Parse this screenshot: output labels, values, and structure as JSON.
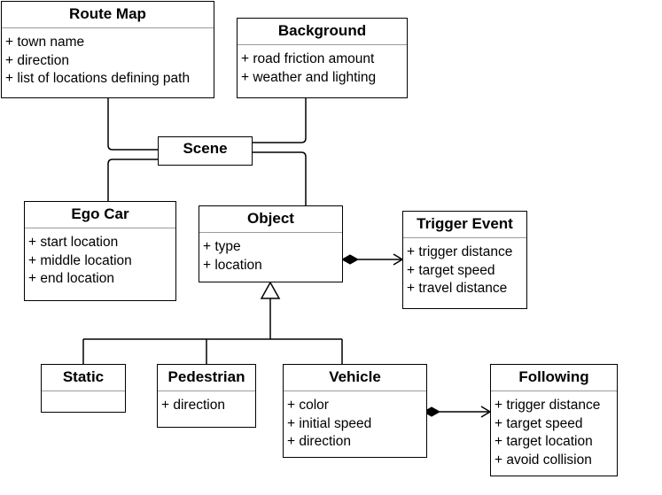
{
  "diagram": {
    "classes": {
      "route_map": {
        "title": "Route Map",
        "attributes": [
          "+ town name",
          "+ direction",
          "+ list of locations defining path"
        ]
      },
      "background": {
        "title": "Background",
        "attributes": [
          "+ road friction amount",
          "+ weather and lighting"
        ]
      },
      "scene": {
        "title": "Scene"
      },
      "ego_car": {
        "title": "Ego Car",
        "attributes": [
          "+ start location",
          "+ middle location",
          "+ end location"
        ]
      },
      "object": {
        "title": "Object",
        "attributes": [
          "+ type",
          "+ location"
        ]
      },
      "trigger_event": {
        "title": "Trigger Event",
        "attributes": [
          "+ trigger distance",
          "+ target speed",
          "+ travel distance"
        ]
      },
      "static": {
        "title": "Static",
        "attributes": []
      },
      "pedestrian": {
        "title": "Pedestrian",
        "attributes": [
          "+ direction"
        ]
      },
      "vehicle": {
        "title": "Vehicle",
        "attributes": [
          "+ color",
          "+ initial speed",
          "+ direction"
        ]
      },
      "following": {
        "title": "Following",
        "attributes": [
          "+ trigger distance",
          "+ target speed",
          "+ target location",
          "+ avoid collision"
        ]
      }
    },
    "relations": [
      {
        "from": "scene",
        "to": "route_map",
        "kind": "association"
      },
      {
        "from": "scene",
        "to": "background",
        "kind": "association"
      },
      {
        "from": "scene",
        "to": "ego_car",
        "kind": "association"
      },
      {
        "from": "scene",
        "to": "object",
        "kind": "association"
      },
      {
        "from": "object",
        "to": "trigger_event",
        "kind": "composition"
      },
      {
        "from": "static",
        "to": "object",
        "kind": "generalization"
      },
      {
        "from": "pedestrian",
        "to": "object",
        "kind": "generalization"
      },
      {
        "from": "vehicle",
        "to": "object",
        "kind": "generalization"
      },
      {
        "from": "vehicle",
        "to": "following",
        "kind": "composition"
      }
    ]
  }
}
